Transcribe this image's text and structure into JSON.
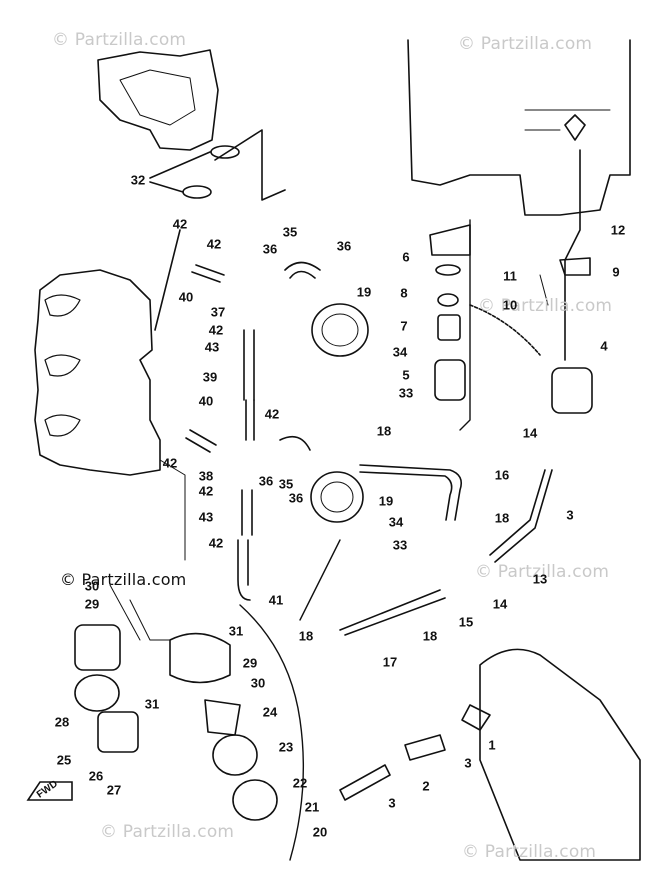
{
  "watermarks": {
    "top_left": "© Partzilla.com",
    "top_right": "© Partzilla.com",
    "mid_left": "© Partzilla.com",
    "mid_right": "© Partzilla.com",
    "bottom_left": "© Partzilla.com",
    "bottom_right": "© Partzilla.com",
    "center_right": "© Partzilla.com"
  },
  "fwd_label": "FWD",
  "callouts": {
    "c32": "32",
    "c42a": "42",
    "c42b": "42",
    "c40a": "40",
    "c35a": "35",
    "c36a": "36",
    "c36b": "36",
    "c37": "37",
    "c42c": "42",
    "c43a": "43",
    "c39": "39",
    "c19a": "19",
    "c34a": "34",
    "c33a": "33",
    "c18a": "18",
    "c40b": "40",
    "c42d": "42",
    "c42e": "42",
    "c38": "38",
    "c42f": "42",
    "c36c": "36",
    "c35b": "35",
    "c36d": "36",
    "c19b": "19",
    "c34b": "34",
    "c33b": "33",
    "c43b": "43",
    "c42g": "42",
    "c41": "41",
    "c6": "6",
    "c8": "8",
    "c7": "7",
    "c5": "5",
    "c12": "12",
    "c9": "9",
    "c11": "11",
    "c10": "10",
    "c4": "4",
    "c14a": "14",
    "c16": "16",
    "c3a": "3",
    "c18b": "18",
    "c13": "13",
    "c14b": "14",
    "c15": "15",
    "c18c": "18",
    "c17": "17",
    "c18d": "18",
    "c30a": "30",
    "c29a": "29",
    "c31a": "31",
    "c29b": "29",
    "c30b": "30",
    "c31b": "31",
    "c28": "28",
    "c24": "24",
    "c23": "23",
    "c25": "25",
    "c26": "26",
    "c27": "27",
    "c22": "22",
    "c21": "21",
    "c20": "20",
    "c1": "1",
    "c3b": "3",
    "c2": "2",
    "c3c": "3"
  }
}
